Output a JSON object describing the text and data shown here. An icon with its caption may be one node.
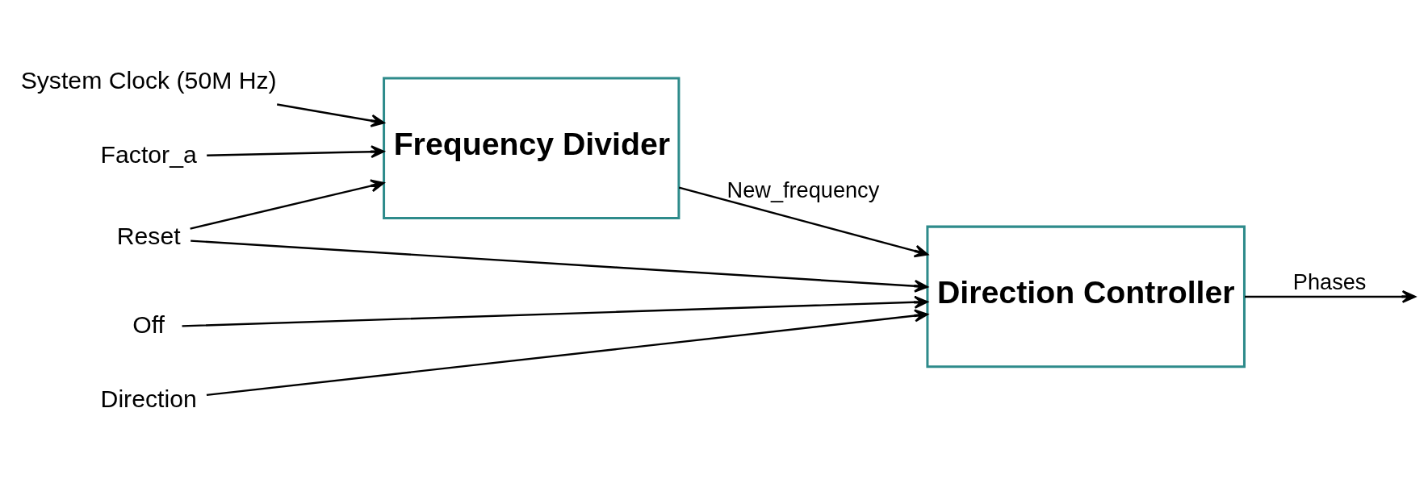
{
  "diagram": {
    "nodes": [
      {
        "text": [
          "System Clock (50M Hz)"
        ]
      },
      {
        "text": [
          "Factor_a"
        ]
      },
      {
        "text": [
          "Frequency Divider"
        ]
      },
      {
        "text": [
          "Reset"
        ]
      },
      {
        "text": [
          "Off"
        ]
      },
      {
        "text": [
          "Direction"
        ]
      },
      {
        "text": [
          "Direction Controller"
        ]
      }
    ],
    "edges": [
      {
        "from": 0,
        "to": 2,
        "arrow": "to"
      },
      {
        "from": 1,
        "to": 2,
        "arrow": "to"
      },
      {
        "from": 3,
        "to": 2,
        "arrow": "to"
      },
      {
        "from": 2,
        "to": 6,
        "arrow": "to",
        "label": "New_frequency"
      },
      {
        "from": 3,
        "to": 6,
        "arrow": "to"
      },
      {
        "from": 4,
        "to": 6,
        "arrow": "to"
      },
      {
        "from": 5,
        "to": 6,
        "arrow": "to"
      },
      {
        "from": 6,
        "to": null,
        "arrow": "to",
        "label": "Phases"
      }
    ]
  }
}
